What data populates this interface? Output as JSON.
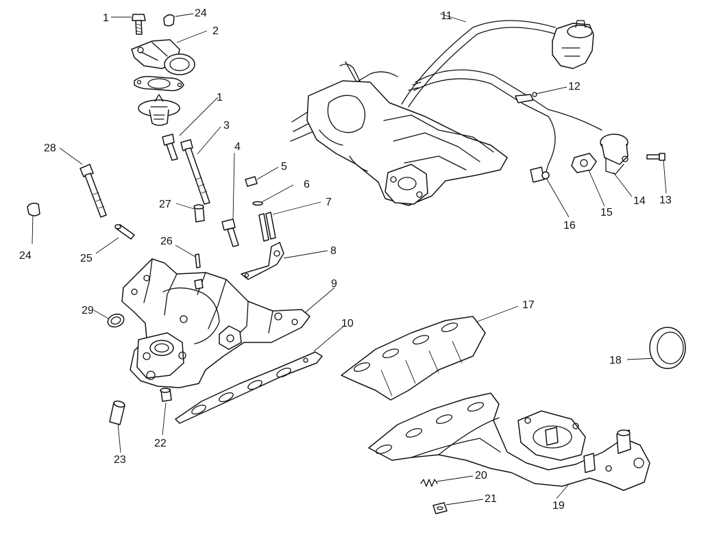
{
  "callouts": {
    "c1a": "1",
    "c24a": "24",
    "c2": "2",
    "c1b": "1",
    "c3": "3",
    "c28": "28",
    "c4": "4",
    "c5": "5",
    "c6": "6",
    "c7": "7",
    "c27": "27",
    "c24b": "24",
    "c25": "25",
    "c26": "26",
    "c8": "8",
    "c9": "9",
    "c29": "29",
    "c10": "10",
    "c11": "11",
    "c12": "12",
    "c13": "13",
    "c14": "14",
    "c15": "15",
    "c16": "16",
    "c17": "17",
    "c18": "18",
    "c19": "19",
    "c20": "20",
    "c21": "21",
    "c22": "22",
    "c23": "23"
  }
}
